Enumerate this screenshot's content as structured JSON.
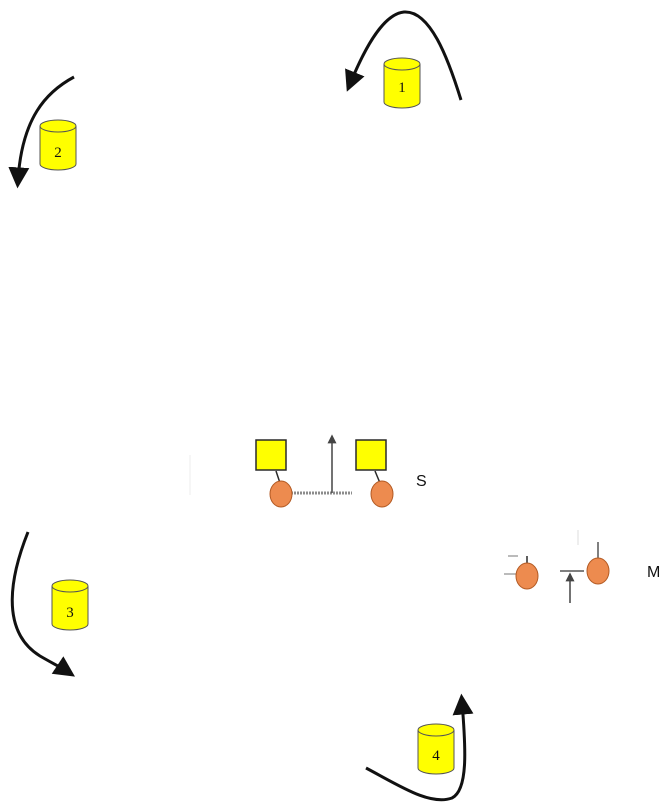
{
  "colors": {
    "background": "#ffffff",
    "cylinder_fill": "#ffff00",
    "cylinder_stroke": "#555555",
    "bead_fill": "#ed8b4f",
    "bead_stroke": "#b35a23",
    "square_fill": "#ffff00",
    "square_stroke": "#2a2a2a",
    "arrow": "#111111",
    "linker": "#8c8c8c"
  },
  "cylinders": [
    {
      "label": "1"
    },
    {
      "label": "2"
    },
    {
      "label": "3"
    },
    {
      "label": "4"
    }
  ],
  "molecules": {
    "s_label": "S",
    "m_label": "M"
  },
  "icons": {
    "cylinder": "yellow-cylinder-icon",
    "rotation_arrow": "curved-arrow-icon",
    "bead": "orange-bead-icon",
    "square": "yellow-square-icon"
  }
}
